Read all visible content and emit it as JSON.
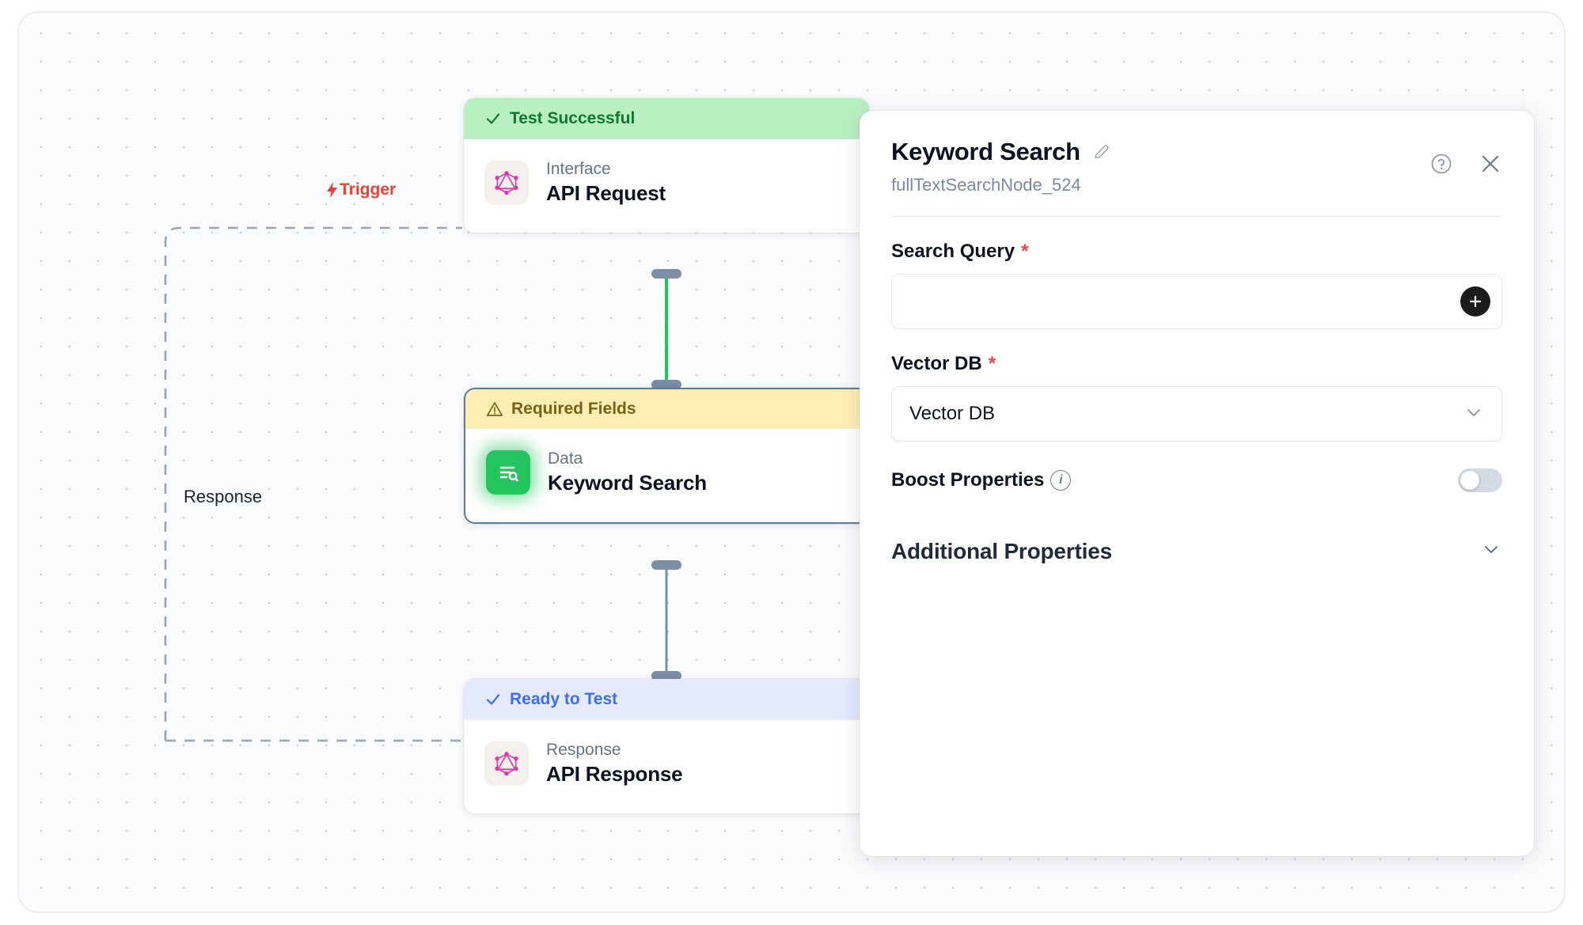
{
  "canvas": {
    "edge_labels": {
      "trigger": "Trigger",
      "response": "Response"
    }
  },
  "nodes": [
    {
      "status": "Test Successful",
      "status_type": "success",
      "status_icon": "check-icon",
      "kind": "Interface",
      "title": "API Request",
      "icon": "graphql-icon"
    },
    {
      "status": "Required Fields",
      "status_type": "warning",
      "status_icon": "warning-triangle-icon",
      "kind": "Data",
      "title": "Keyword Search",
      "icon": "document-search-icon"
    },
    {
      "status": "Ready to Test",
      "status_type": "ready",
      "status_icon": "check-icon",
      "kind": "Response",
      "title": "API Response",
      "icon": "graphql-icon"
    }
  ],
  "panel": {
    "title": "Keyword Search",
    "subtitle": "fullTextSearchNode_524",
    "edit_icon": "pencil-icon",
    "help_icon": "help-circle-icon",
    "close_icon": "close-icon",
    "fields": {
      "search_query": {
        "label": "Search Query",
        "required_marker": "*",
        "value": "",
        "placeholder": "",
        "add_icon": "plus-icon"
      },
      "vector_db": {
        "label": "Vector DB",
        "required_marker": "*",
        "selected": "Vector DB",
        "chevron_icon": "chevron-down-icon"
      },
      "boost_properties": {
        "label": "Boost Properties",
        "info_icon": "info-icon",
        "info_glyph": "i",
        "enabled": false
      },
      "additional_properties": {
        "label": "Additional Properties",
        "chevron_icon": "chevron-down-icon",
        "expanded": false
      }
    }
  },
  "colors": {
    "success": "#b9f0c2",
    "warning": "#fdefb4",
    "ready": "#e5eaff",
    "trigger": "#ef4136",
    "graphql": "#e535ab",
    "data": "#22c55e",
    "required": "#ef4444"
  }
}
